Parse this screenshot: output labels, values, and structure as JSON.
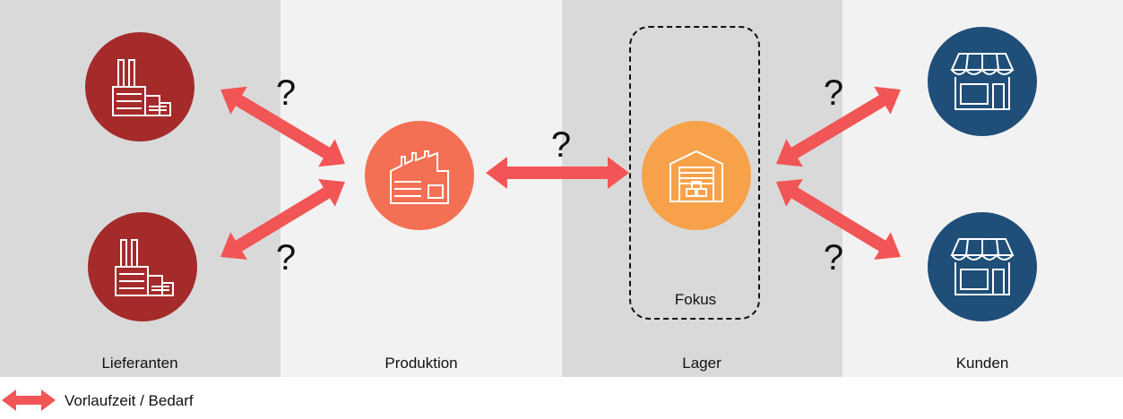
{
  "columns": [
    {
      "label": "Lieferanten"
    },
    {
      "label": "Produktion"
    },
    {
      "label": "Lager"
    },
    {
      "label": "Kunden"
    }
  ],
  "focus_label": "Fokus",
  "question_mark": "?",
  "legend": {
    "label": "Vorlaufzeit / Bedarf"
  },
  "colors": {
    "band_dark": "#d9d9d9",
    "band_light": "#f2f2f2",
    "supplier": "#a52a2a",
    "production": "#f47055",
    "warehouse": "#f7a24a",
    "customer": "#1f4e79",
    "arrow": "#f25555"
  },
  "icons": {
    "supplier": "factory-icon",
    "production": "production-factory-icon",
    "warehouse": "warehouse-icon",
    "customer": "store-icon"
  }
}
